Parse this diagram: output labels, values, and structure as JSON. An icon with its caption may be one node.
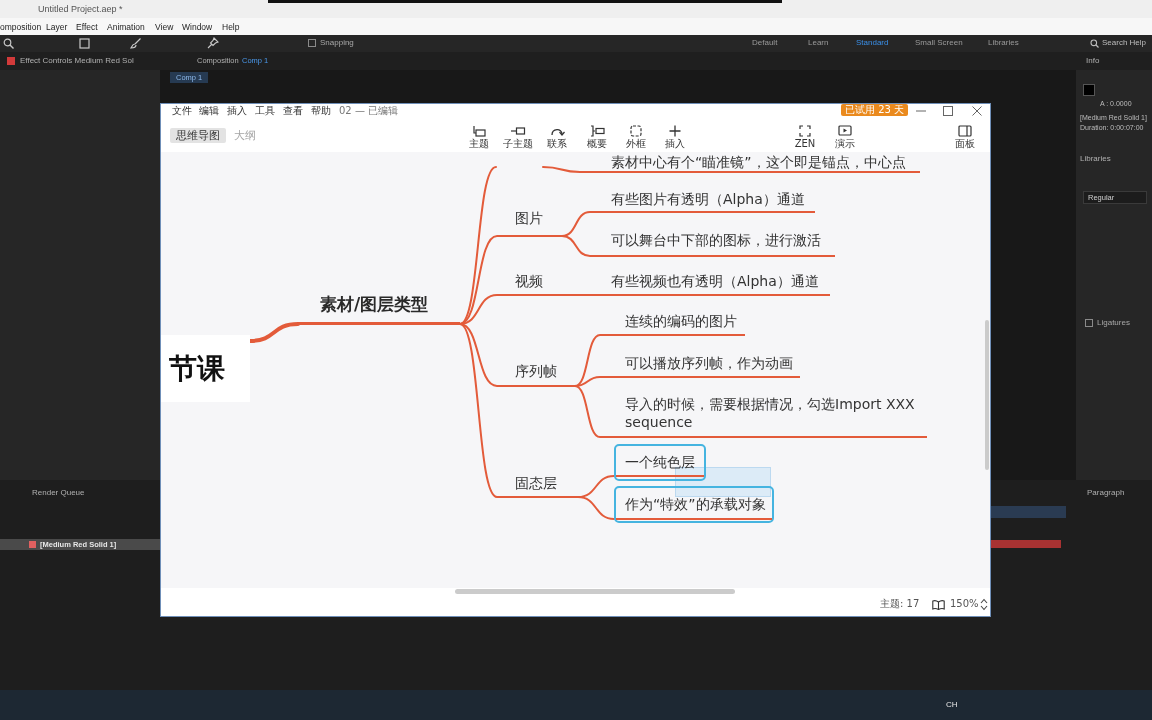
{
  "diagram": {
    "nodes": [
      {
        "text": [
          "节课"
        ]
      },
      {
        "text": [
          "素材/图层类型"
        ]
      },
      {
        "text": [
          "素材中心有个“瞄准镜”，这个即是锚点，中心点"
        ]
      },
      {
        "text": [
          "图片"
        ]
      },
      {
        "text": [
          "有些图片有透明（Alpha）通道"
        ]
      },
      {
        "text": [
          "可以舞台中下部的图标，进行激活"
        ]
      },
      {
        "text": [
          "视频"
        ]
      },
      {
        "text": [
          "有些视频也有透明（Alpha）通道"
        ]
      },
      {
        "text": [
          "序列帧"
        ]
      },
      {
        "text": [
          "连续的编码的图片"
        ]
      },
      {
        "text": [
          "可以播放序列帧，作为动画"
        ]
      },
      {
        "text": [
          "导入的时候，需要根据情况，勾选Import XXX sequence"
        ]
      },
      {
        "text": [
          "固态层"
        ]
      },
      {
        "text": [
          "一个纯色层"
        ]
      },
      {
        "text": [
          "作为“特效”的承载对象"
        ]
      }
    ],
    "edges": [
      {
        "from": 0,
        "to": 1,
        "arrow": "none",
        "style": "thick"
      },
      {
        "from": 1,
        "to": null,
        "arrow": "none"
      },
      {
        "from": null,
        "to": 2,
        "arrow": "none"
      },
      {
        "from": 1,
        "to": 3,
        "arrow": "none"
      },
      {
        "from": 3,
        "to": 4,
        "arrow": "none"
      },
      {
        "from": 3,
        "to": 5,
        "arrow": "none"
      },
      {
        "from": 1,
        "to": 6,
        "arrow": "none"
      },
      {
        "from": 6,
        "to": 7,
        "arrow": "none"
      },
      {
        "from": 1,
        "to": 8,
        "arrow": "none"
      },
      {
        "from": 8,
        "to": 9,
        "arrow": "none"
      },
      {
        "from": 8,
        "to": 10,
        "arrow": "none"
      },
      {
        "from": 8,
        "to": 11,
        "arrow": "none"
      },
      {
        "from": 1,
        "to": 12,
        "arrow": "none"
      },
      {
        "from": 12,
        "to": 13,
        "arrow": "none"
      },
      {
        "from": 12,
        "to": 14,
        "arrow": "none"
      }
    ],
    "labels": [
      "Untitled Project.aep *",
      "omposition",
      "Layer",
      "Effect",
      "Animation",
      "View",
      "Window",
      "Help",
      "Snapping",
      "Default",
      "Learn",
      "Standard",
      "Small Screen",
      "Libraries",
      "Search Help",
      "Effect Controls Medium Red Sol",
      "Composition",
      "Comp 1",
      "Info",
      "Comp 1",
      "文件",
      "编辑",
      "插入",
      "工具",
      "查看",
      "帮助",
      "02 — 已编辑",
      "已试用 23 天",
      "思维导图",
      "大纲",
      "主题",
      "子主题",
      "联系",
      "概要",
      "外框",
      "插入",
      "ZEN",
      "演示",
      "面板",
      "A : 0.0000",
      "[Medium Red Solid 1]",
      "Duration: 0:00:07:00",
      "Libraries",
      "Regular",
      "Ligatures",
      "Render Queue",
      "[Medium Red Solid 1]",
      "Paragraph",
      "主题: 17",
      "150%",
      "CH"
    ]
  }
}
